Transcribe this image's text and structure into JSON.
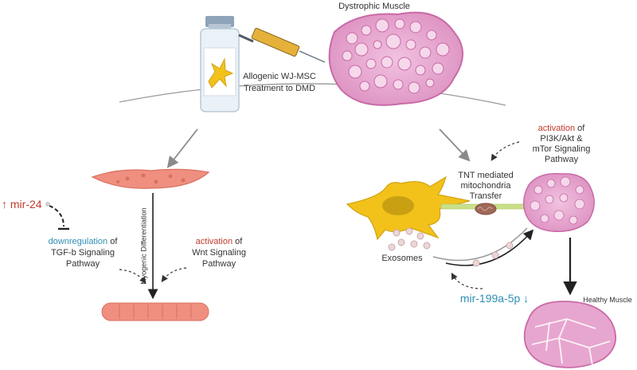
{
  "top": {
    "title": "Dystrophic Muscle",
    "treatment_line1": "Allogenic WJ-MSC",
    "treatment_line2": "Treatment to DMD"
  },
  "left": {
    "mir24_arrow": "↑",
    "mir24": "mir-24",
    "downregulation": "downregulation",
    "downregulation_of": " of",
    "tgf_line2": "TGF-b Signaling",
    "tgf_line3": "Pathway",
    "activation": "activation",
    "activation_of": " of",
    "wnt_line2": "Wnt Signaling",
    "wnt_line3": "Pathway",
    "differentiation": "Myogenic Differentiation"
  },
  "right": {
    "activation": "activation",
    "activation_of": " of",
    "pi3k_line2": "PI3K/Akt &",
    "pi3k_line3": "mTor Signaling",
    "pi3k_line4": "Pathway",
    "tnt_line1": "TNT mediated",
    "tnt_line2": "mitochondria",
    "tnt_line3": "Transfer",
    "exosomes": "Exosomes",
    "mir199": "mir-199a-5p",
    "mir199_arrow": "↓",
    "healthy": "Healthy Muscle"
  },
  "colors": {
    "muscle_pink": "#e7a6cf",
    "muscle_border": "#c96aa6",
    "msc_yellow": "#f2c21b",
    "myoblast_red": "#ef8f80",
    "tnt_green": "#c9e08a",
    "mitochondria": "#a0685a",
    "arrow_gray": "#8a8a8a",
    "red_text": "#c0392b",
    "teal_text": "#2f8fb3"
  }
}
